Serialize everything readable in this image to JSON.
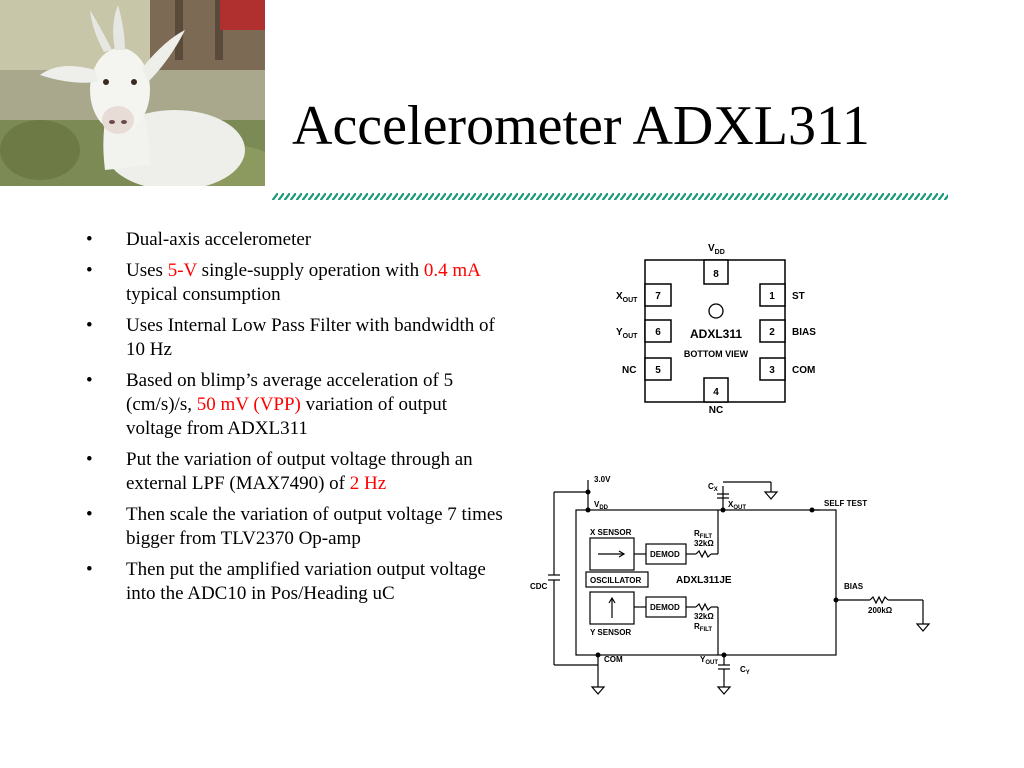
{
  "title": "Accelerometer ADXL311",
  "bullets": [
    {
      "parts": [
        "Dual-axis accelerometer"
      ]
    },
    {
      "parts": [
        "Uses ",
        "5-V",
        " single-supply operation with ",
        "0.4 mA",
        " typical consumption"
      ]
    },
    {
      "parts": [
        "Uses Internal Low Pass Filter with bandwidth of 10 Hz"
      ]
    },
    {
      "parts": [
        "Based on blimp’s average acceleration of 5 (cm/s)/s, ",
        "50 mV (VPP)",
        " variation of output voltage from ADXL311"
      ]
    },
    {
      "parts": [
        "Put the variation of output voltage through an external LPF (MAX7490) of ",
        "2 Hz"
      ]
    },
    {
      "parts": [
        "Then scale the variation of output voltage 7 times bigger from TLV2370 Op-amp"
      ]
    },
    {
      "parts": [
        "Then put the amplified variation output voltage into the ADC10 in Pos/Heading uC"
      ]
    }
  ],
  "highlight_color": "#ff0000",
  "pinout": {
    "chip_label": "ADXL311",
    "view_label": "BOTTOM VIEW",
    "pins": {
      "p1": {
        "num": "1",
        "name": "ST"
      },
      "p2": {
        "num": "2",
        "name": "BIAS"
      },
      "p3": {
        "num": "3",
        "name": "COM"
      },
      "p4": {
        "num": "4",
        "name": "NC"
      },
      "p5": {
        "num": "5",
        "name": "NC"
      },
      "p6": {
        "num": "6",
        "name": "Y",
        "sub": "OUT"
      },
      "p7": {
        "num": "7",
        "name": "X",
        "sub": "OUT"
      },
      "p8": {
        "num": "8",
        "name": "V",
        "sub": "DD"
      }
    }
  },
  "schematic": {
    "supply": "3.0V",
    "cx": {
      "main": "C",
      "sub": "X"
    },
    "xout": {
      "main": "X",
      "sub": "OUT"
    },
    "self_test": "SELF TEST",
    "vdd": {
      "main": "V",
      "sub": "DD"
    },
    "x_sensor": "X SENSOR",
    "y_sensor": "Y SENSOR",
    "demod": "DEMOD",
    "rfilt": {
      "main": "R",
      "sub": "FILT"
    },
    "r32k": "32kΩ",
    "oscillator": "OSCILLATOR",
    "part": "ADXL311JE",
    "cdc": "CDC",
    "bias": "BIAS",
    "r200k": "200kΩ",
    "com": "COM",
    "yout": {
      "main": "Y",
      "sub": "OUT"
    },
    "cy": {
      "main": "C",
      "sub": "Y"
    }
  }
}
